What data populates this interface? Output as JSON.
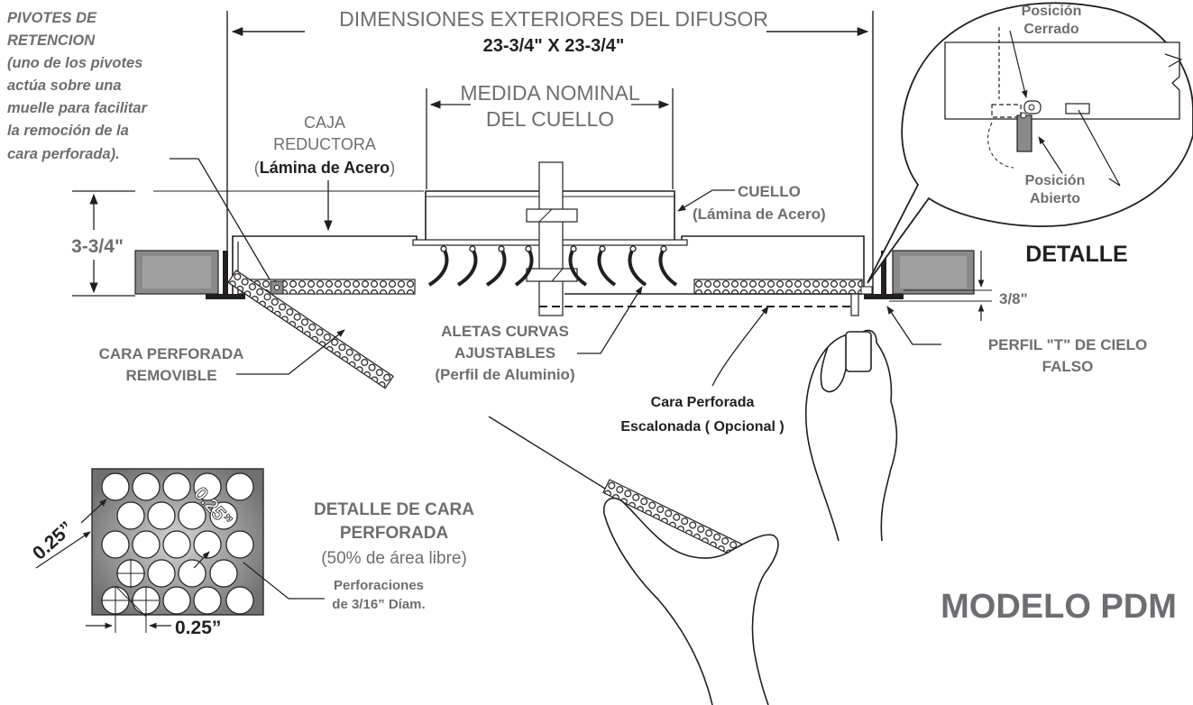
{
  "labels": {
    "pivotes": [
      "PIVOTES DE",
      "RETENCION",
      "(uno de los pivotes",
      "actúa sobre una",
      "muelle para facilitar",
      "la remoción de la",
      "cara perforada)."
    ],
    "dimensiones_title": "DIMENSIONES EXTERIORES DEL DIFUSOR",
    "dimensiones_value": "23-3/4\" X 23-3/4\"",
    "medida_nominal": [
      "MEDIDA NOMINAL",
      "DEL CUELLO"
    ],
    "caja_reductora": [
      "CAJA",
      "REDUCTORA"
    ],
    "caja_material_open": "(",
    "caja_material_bold": "Lámina de Acero",
    "caja_material_close": ")",
    "cuello": "CUELLO",
    "cuello_material": "(Lámina de Acero)",
    "height_dim": "3-3/4\"",
    "detalle": "DETALLE",
    "posicion_cerrado": [
      "Posición",
      "Cerrado"
    ],
    "posicion_abierto": [
      "Posición",
      "Abierto"
    ],
    "tee_dim": "3/8\"",
    "perfil_t": [
      "PERFIL \"T\" DE CIELO",
      "FALSO"
    ],
    "cara_perforada_removible": [
      "CARA PERFORADA",
      "REMOVIBLE"
    ],
    "aletas": [
      "ALETAS CURVAS",
      "AJUSTABLES",
      "(Perfil de Aluminio)"
    ],
    "cara_escalonada": [
      "Cara Perforada",
      "Escalonada ( Opcional )"
    ],
    "detalle_cara": [
      "DETALLE DE CARA",
      "PERFORADA"
    ],
    "area_libre": "(50% de área libre)",
    "perforaciones": [
      "Perforaciones",
      "de 3/16” Díam."
    ],
    "pitch_diag_1": "0.25”",
    "pitch_diag_2": "0.25”",
    "pitch_horiz": "0.25”",
    "modelo": "MODELO PDM"
  },
  "colors": {
    "label_gray": "#6d6e71",
    "ink": "#231f20",
    "tile_dark": "#7a7a7a",
    "tile_light": "#c4c4c4"
  }
}
